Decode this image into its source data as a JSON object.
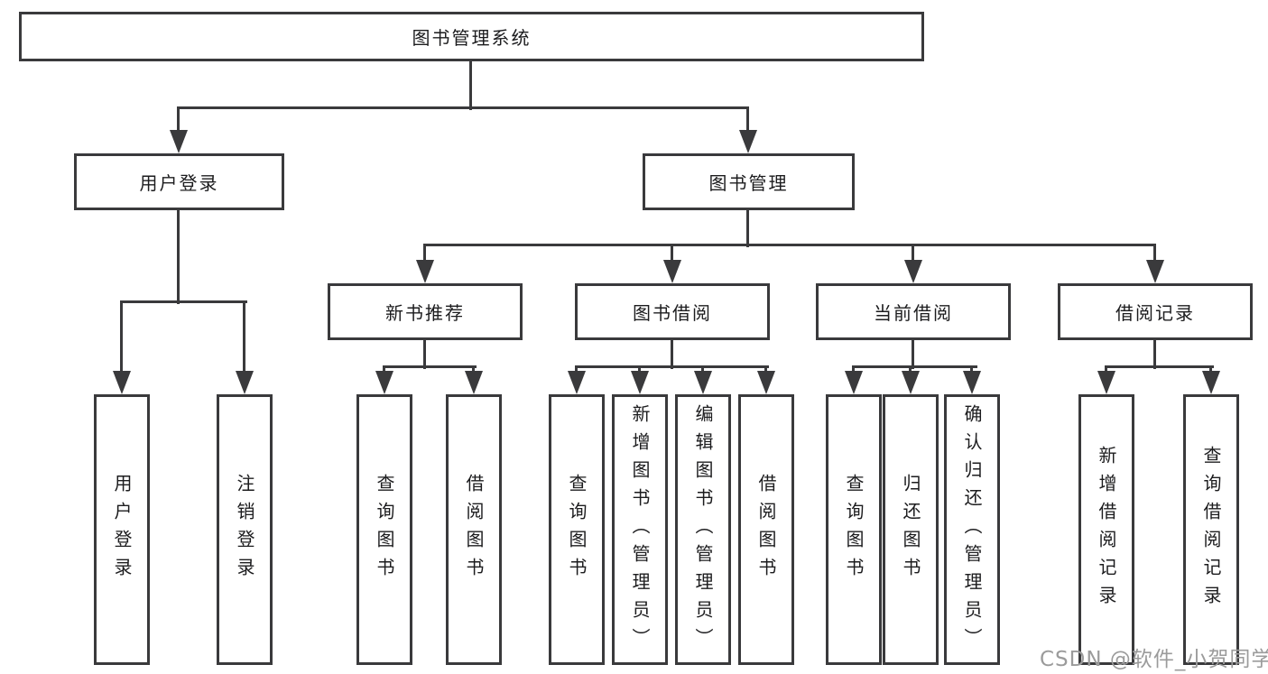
{
  "diagram": {
    "tree": {
      "label": "图书管理系统",
      "children": [
        {
          "label": "用户登录",
          "children": [
            {
              "label": "用户登录"
            },
            {
              "label": "注销登录"
            }
          ]
        },
        {
          "label": "图书管理",
          "children": [
            {
              "label": "新书推荐",
              "children": [
                {
                  "label": "查询图书"
                },
                {
                  "label": "借阅图书"
                }
              ]
            },
            {
              "label": "图书借阅",
              "children": [
                {
                  "label": "查询图书"
                },
                {
                  "label": "新增图书（管理员）"
                },
                {
                  "label": "编辑图书（管理员）"
                },
                {
                  "label": "借阅图书"
                }
              ]
            },
            {
              "label": "当前借阅",
              "children": [
                {
                  "label": "查询图书"
                },
                {
                  "label": "归还图书"
                },
                {
                  "label": "确认归还（管理员）"
                }
              ]
            },
            {
              "label": "借阅记录",
              "children": [
                {
                  "label": "新增借阅记录"
                },
                {
                  "label": "查询借阅记录"
                }
              ]
            }
          ]
        }
      ]
    },
    "colors": {
      "ink": "#3a3a3c",
      "background": "#ffffff",
      "watermark": "#9b9b9b"
    }
  },
  "watermark": {
    "text": "CSDN @软件_小贺同学"
  }
}
